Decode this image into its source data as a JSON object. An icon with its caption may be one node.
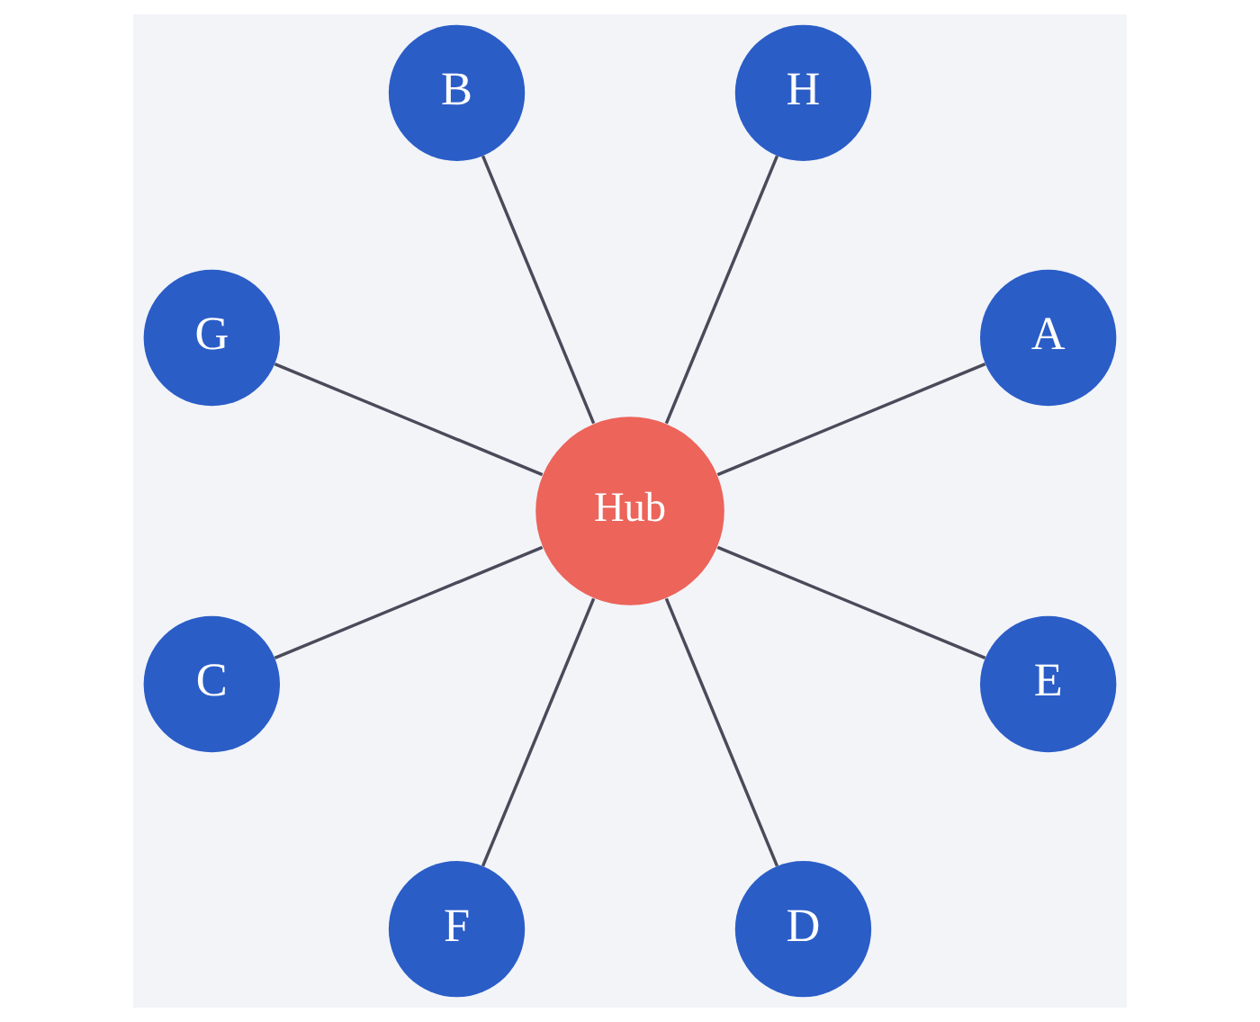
{
  "diagram": {
    "nodes": [
      {
        "text": [
          "A"
        ]
      },
      {
        "text": [
          "H"
        ]
      },
      {
        "text": [
          "B"
        ]
      },
      {
        "text": [
          "G"
        ]
      },
      {
        "text": [
          "Hub"
        ]
      },
      {
        "text": [
          "C"
        ]
      },
      {
        "text": [
          "F"
        ]
      },
      {
        "text": [
          "D"
        ]
      },
      {
        "text": [
          "E"
        ]
      }
    ],
    "edges": [
      {
        "from": 4,
        "to": 0,
        "arrow": "none"
      },
      {
        "from": 4,
        "to": 2,
        "arrow": "none"
      },
      {
        "from": 4,
        "to": 5,
        "arrow": "none"
      },
      {
        "from": 4,
        "to": 7,
        "arrow": "none"
      },
      {
        "from": 4,
        "to": 8,
        "arrow": "none"
      },
      {
        "from": 4,
        "to": 6,
        "arrow": "none"
      },
      {
        "from": 4,
        "to": 3,
        "arrow": "none"
      },
      {
        "from": 4,
        "to": 1,
        "arrow": "none"
      }
    ]
  }
}
